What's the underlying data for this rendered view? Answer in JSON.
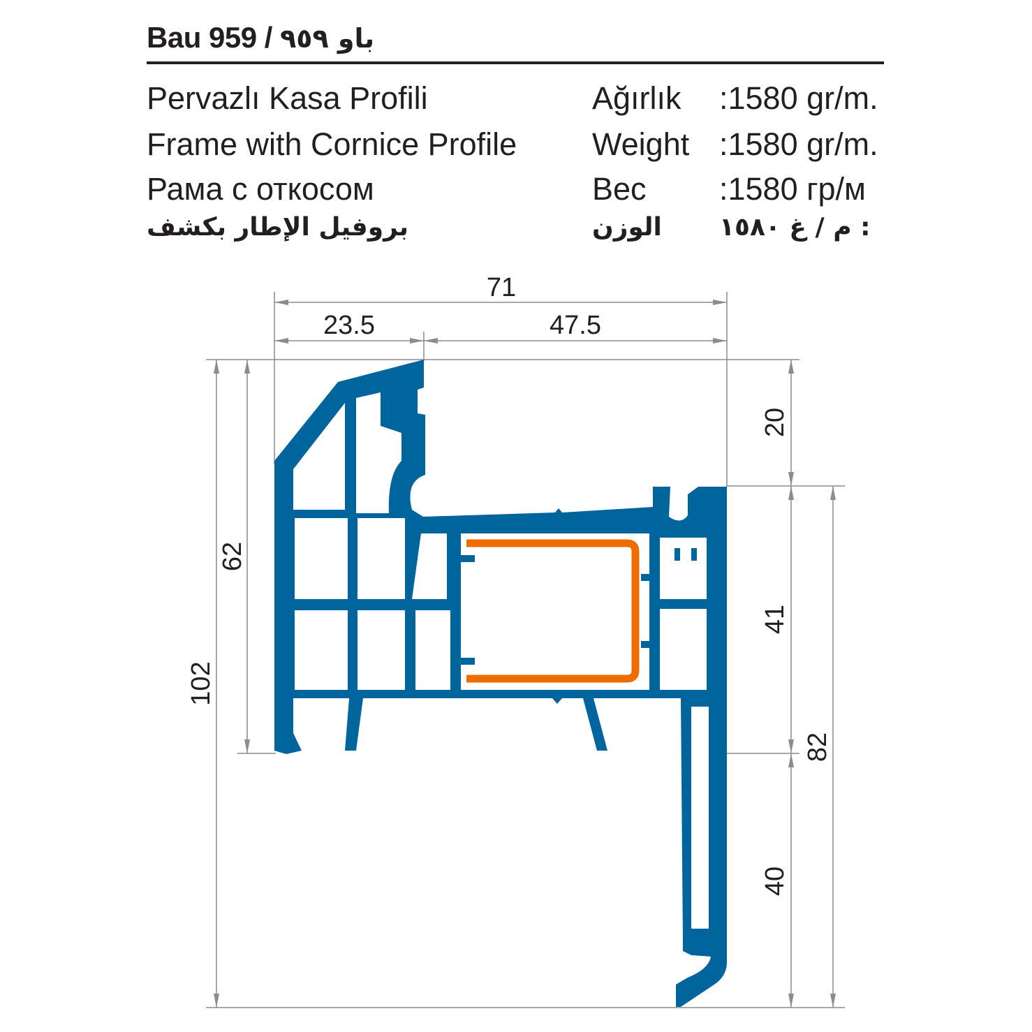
{
  "header": {
    "model": "Bau 959",
    "separator": "/",
    "model_arabic": "باو ٩٥٩"
  },
  "spec_rows": [
    {
      "name": "Pervazlı Kasa  Profili",
      "label": "Ağırlık",
      "value": ":1580 gr/m."
    },
    {
      "name": "Frame with Cornice Profile",
      "label": "Weight",
      "value": ":1580 gr/m."
    },
    {
      "name": "Рама с откосом",
      "label": "Вес",
      "value": ":1580 гр/м"
    },
    {
      "name": "بروفيل الإطار بكشف",
      "label": "الوزن",
      "value": ": م / غ ١٥٨٠"
    }
  ],
  "dimensions": {
    "overall_width": "71",
    "left_width": "23.5",
    "right_width": "47.5",
    "overall_height": "102",
    "frame_height": "62",
    "top_offset": "20",
    "rebate_height": "41",
    "cornice_height": "82",
    "cornice_depth": "40"
  },
  "colors": {
    "profile": "#00659c",
    "reinforcement": "#ef6c00",
    "dimension_line": "#8a8c8e",
    "text": "#231f20"
  }
}
